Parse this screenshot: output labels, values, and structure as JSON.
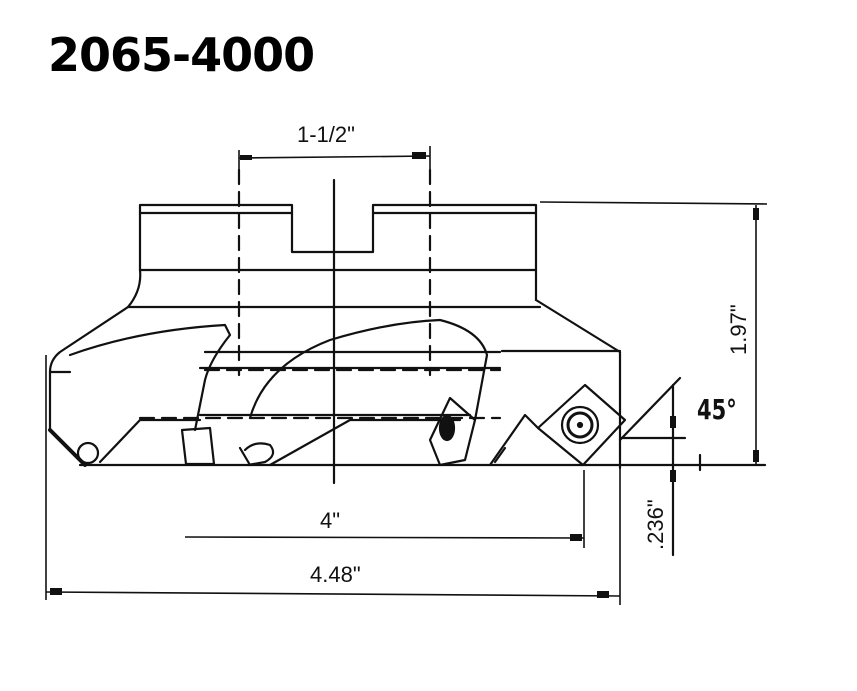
{
  "drawing": {
    "title": "2065-4000",
    "subject": "face-mill-cutter-side-view",
    "ink_color": "#111111",
    "background": "#ffffff"
  },
  "dimensions": {
    "bore_diameter": "1-1/2\"",
    "height": "1.97\"",
    "lead_angle": "45°",
    "cutting_diameter": "4\"",
    "overall_diameter": "4.48\"",
    "depth_of_cut": ".236\""
  }
}
